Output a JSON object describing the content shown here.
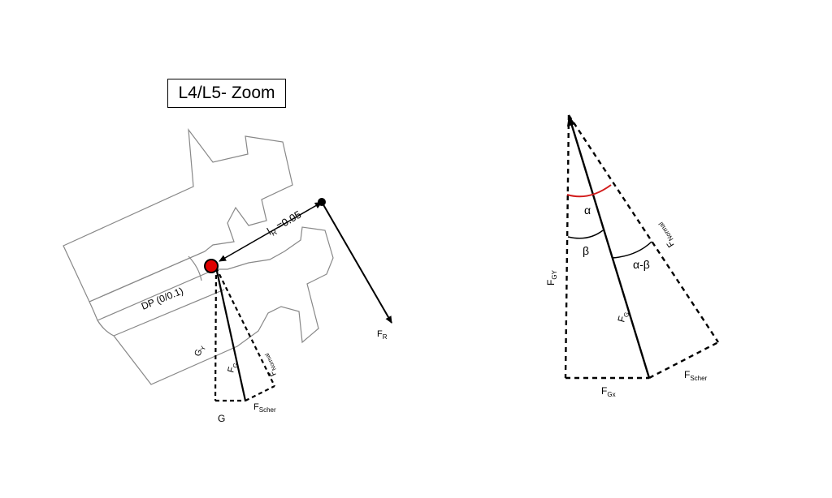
{
  "title": "L4/L5- Zoom",
  "left_diagram": {
    "lever_label_main": "l",
    "lever_label_sub": "R",
    "lever_label_value": " =0.05",
    "dp_label": "DP (0/0.1)",
    "fr_main": "F",
    "fr_sub": "R",
    "gy_main": "G",
    "gy_sub": "Y",
    "fg_main": "F",
    "fg_sub": "G",
    "fnormal_main": "F",
    "fnormal_sub": "Normal",
    "fscher_main": "F",
    "fscher_sub": "Scher",
    "g_label": "G",
    "pivot_color": "#e00000"
  },
  "right_diagram": {
    "alpha": "α",
    "beta": "β",
    "alpha_minus_beta": "α-β",
    "fgy_main": "F",
    "fgy_sub": "GY",
    "fg_main": "F",
    "fg_sub": "G",
    "fnormal_main": "F",
    "fnormal_sub": "Normal",
    "fgx_main": "F",
    "fgx_sub": "Gx",
    "fscher_main": "F",
    "fscher_sub": "Scher",
    "alpha_color": "#d21c1c"
  }
}
